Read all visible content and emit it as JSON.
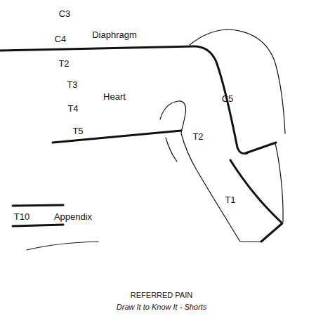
{
  "diagram": {
    "title": "REFERRED PAIN",
    "caption": "Draw It to Know It - Shorts",
    "labels": [
      "C3",
      "C4",
      "Diaphragm",
      "T2",
      "T3",
      "Heart",
      "T4",
      "T5",
      "C5",
      "T2",
      "T1",
      "T10",
      "Appendix"
    ]
  }
}
